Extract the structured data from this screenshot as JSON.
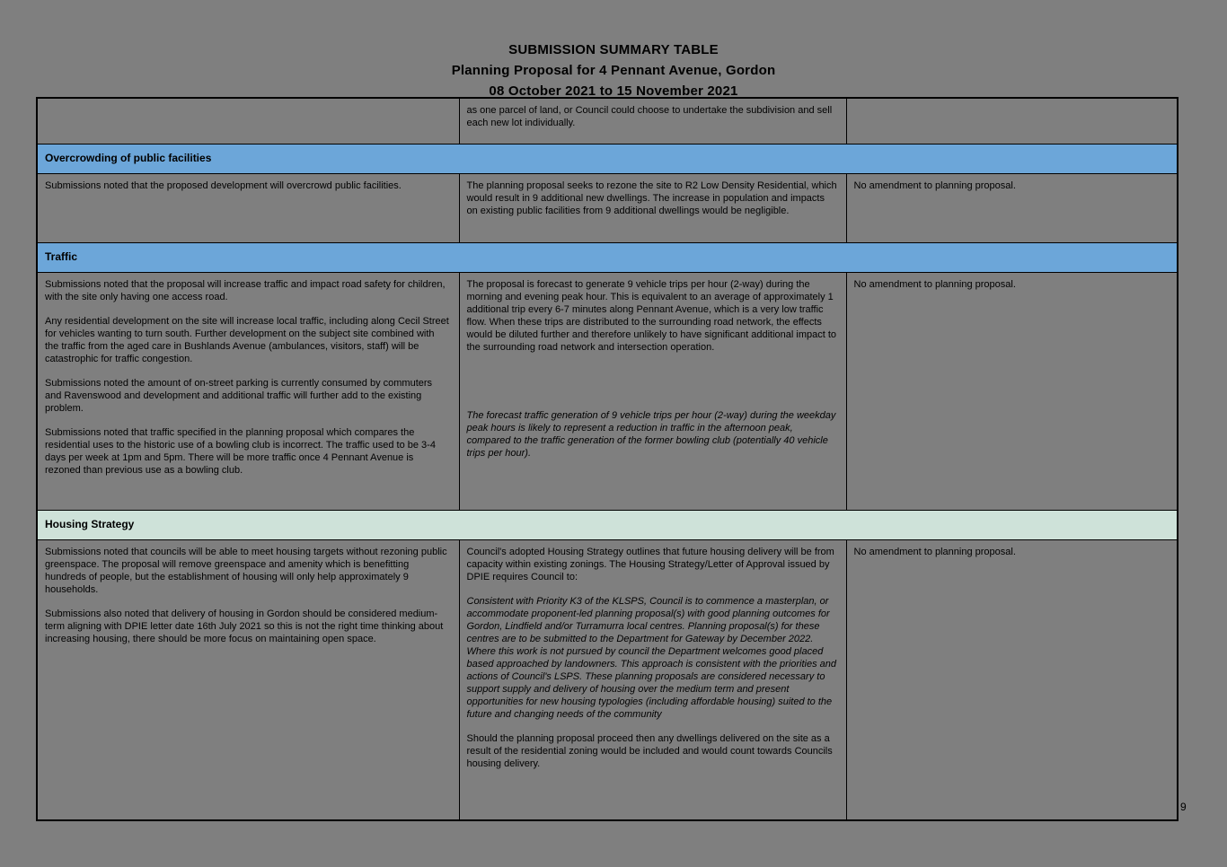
{
  "colors": {
    "page_bg": "#7f7f7f",
    "section_blue": "#6ca6d9",
    "section_teal": "#cee2d9"
  },
  "header": {
    "line1": "SUBMISSION SUMMARY TABLE",
    "line2": "Planning Proposal for 4 Pennant Avenue, Gordon",
    "line3": "08 October 2021 to 15 November 2021"
  },
  "continuation_row": {
    "response": "as one parcel of land, or Council could choose to undertake the subdivision and sell each new lot individually."
  },
  "sections": {
    "overcrowding": {
      "title": "Overcrowding of public facilities",
      "submission_p1": "Submissions noted that the proposed development will overcrowd public facilities.",
      "response_p1": "The planning proposal seeks to rezone the site to R2 Low Density Residential, which would result in 9 additional new dwellings. The increase in population and impacts on existing public facilities from 9 additional dwellings would be negligible.",
      "amendment": "No amendment to planning proposal."
    },
    "traffic": {
      "title": "Traffic",
      "submission_p1": "Submissions noted that the proposal will increase traffic and impact road safety for children, with the site only having one access road.",
      "submission_p2": "Any residential development on the site will increase local traffic, including along Cecil Street for vehicles wanting to turn south. Further development on the subject site combined with the traffic from the aged care in Bushlands Avenue (ambulances, visitors, staff) will be catastrophic for traffic congestion.",
      "submission_p3": "Submissions noted the amount of on-street parking is currently consumed by commuters and Ravenswood and development and additional traffic will further add to the existing problem.",
      "submission_p4": "Submissions noted that traffic specified in the planning proposal which compares the residential uses to the historic use of a bowling club is incorrect. The traffic used to be 3-4 days per week at 1pm and 5pm. There will be more traffic once 4 Pennant Avenue is rezoned than previous use as a bowling club.",
      "response_p1": "The proposal is forecast to generate 9 vehicle trips per hour (2-way) during the morning and evening peak hour. This is equivalent to an average of approximately 1 additional trip every 6-7 minutes along Pennant Avenue, which is a very low traffic flow. When these trips are distributed to the surrounding road network, the effects would be diluted further and therefore unlikely to have significant additional impact to the surrounding road network and intersection operation.",
      "response_p2": "The forecast traffic generation of 9 vehicle trips per hour (2-way) during the weekday peak hours is likely to represent a reduction in traffic in the afternoon peak, compared to the traffic generation of the former bowling club (potentially 40 vehicle trips per hour).",
      "amendment": "No amendment to planning proposal."
    },
    "housing": {
      "title": "Housing Strategy",
      "submission_p1": "Submissions noted that councils will be able to meet housing targets without rezoning public greenspace. The proposal will remove greenspace and amenity which is benefitting hundreds of people, but the establishment of housing will only help approximately 9 households.",
      "submission_p2": "Submissions also noted that delivery of housing in Gordon should be considered medium-term aligning with DPIE letter date 16th July 2021 so this is not the right time thinking about increasing housing, there should be more focus on maintaining open space.",
      "response_p1": "Council's adopted Housing Strategy outlines that future housing delivery will be from capacity within existing zonings. The Housing Strategy/Letter of Approval issued by DPIE requires Council to:",
      "response_quote": "Consistent with Priority K3 of the KLSPS, Council is to commence a masterplan, or accommodate proponent-led planning proposal(s) with good planning outcomes for Gordon, Lindfield and/or Turramurra local centres. Planning proposal(s) for these centres are to be submitted to the Department for Gateway by December 2022. Where this work is not pursued by council the Department welcomes good placed based approached by landowners. This approach is consistent with the priorities and actions of Council's LSPS. These planning proposals are considered necessary to support supply and delivery of housing over the medium term and present opportunities for new housing typologies (including affordable housing) suited to the future and changing needs of the community",
      "response_p3": "Should the planning proposal proceed then any dwellings delivered on the site as a result of the residential zoning would be included and would count towards Councils housing delivery.",
      "amendment": "No amendment to planning proposal."
    }
  },
  "footer": {
    "page_number": "9"
  }
}
